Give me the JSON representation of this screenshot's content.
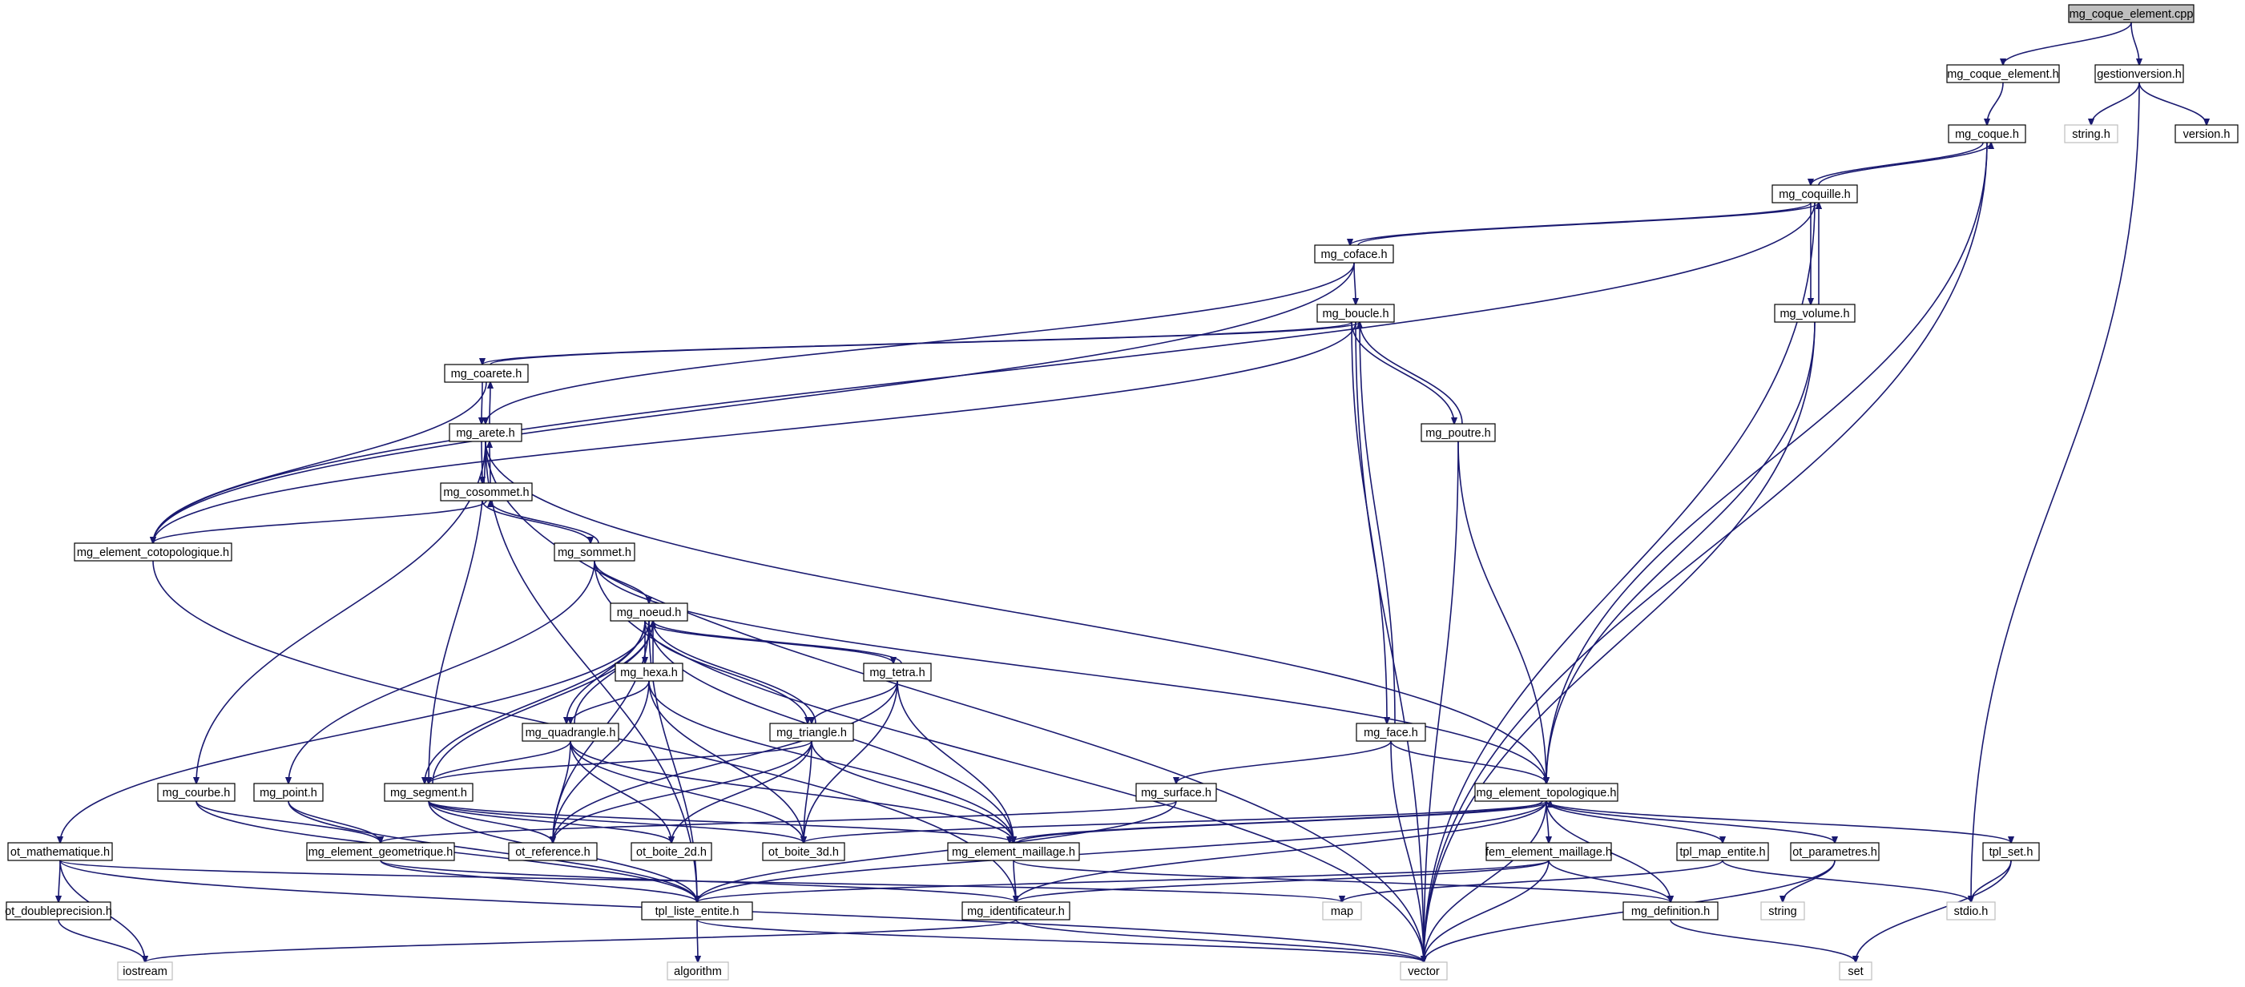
{
  "graph": {
    "colors": {
      "edge": "#191970",
      "root_fill": "#bfbfbf",
      "box_border": "#000000",
      "external_border": "#bfbfbf"
    },
    "nodes": [
      {
        "id": "mg_coque_element_cpp",
        "label": "mg_coque_element.cpp",
        "kind": "root"
      },
      {
        "id": "mg_coque_element_h",
        "label": "mg_coque_element.h",
        "kind": "normal"
      },
      {
        "id": "gestionversion_h",
        "label": "gestionversion.h",
        "kind": "normal"
      },
      {
        "id": "string_h",
        "label": "string.h",
        "kind": "external"
      },
      {
        "id": "version_h",
        "label": "version.h",
        "kind": "normal"
      },
      {
        "id": "mg_coque_h",
        "label": "mg_coque.h",
        "kind": "normal"
      },
      {
        "id": "mg_coquille_h",
        "label": "mg_coquille.h",
        "kind": "normal"
      },
      {
        "id": "mg_coface_h",
        "label": "mg_coface.h",
        "kind": "normal"
      },
      {
        "id": "mg_volume_h",
        "label": "mg_volume.h",
        "kind": "normal"
      },
      {
        "id": "mg_boucle_h",
        "label": "mg_boucle.h",
        "kind": "normal"
      },
      {
        "id": "mg_coarete_h",
        "label": "mg_coarete.h",
        "kind": "normal"
      },
      {
        "id": "mg_arete_h",
        "label": "mg_arete.h",
        "kind": "normal"
      },
      {
        "id": "mg_poutre_h",
        "label": "mg_poutre.h",
        "kind": "normal"
      },
      {
        "id": "mg_cosommet_h",
        "label": "mg_cosommet.h",
        "kind": "normal"
      },
      {
        "id": "mg_element_cotopologique_h",
        "label": "mg_element_cotopologique.h",
        "kind": "normal"
      },
      {
        "id": "mg_sommet_h",
        "label": "mg_sommet.h",
        "kind": "normal"
      },
      {
        "id": "mg_noeud_h",
        "label": "mg_noeud.h",
        "kind": "normal"
      },
      {
        "id": "mg_hexa_h",
        "label": "mg_hexa.h",
        "kind": "normal"
      },
      {
        "id": "mg_tetra_h",
        "label": "mg_tetra.h",
        "kind": "normal"
      },
      {
        "id": "mg_quadrangle_h",
        "label": "mg_quadrangle.h",
        "kind": "normal"
      },
      {
        "id": "mg_triangle_h",
        "label": "mg_triangle.h",
        "kind": "normal"
      },
      {
        "id": "mg_face_h",
        "label": "mg_face.h",
        "kind": "normal"
      },
      {
        "id": "mg_courbe_h",
        "label": "mg_courbe.h",
        "kind": "normal"
      },
      {
        "id": "mg_point_h",
        "label": "mg_point.h",
        "kind": "normal"
      },
      {
        "id": "mg_segment_h",
        "label": "mg_segment.h",
        "kind": "normal"
      },
      {
        "id": "mg_surface_h",
        "label": "mg_surface.h",
        "kind": "normal"
      },
      {
        "id": "mg_element_topologique_h",
        "label": "mg_element_topologique.h",
        "kind": "normal"
      },
      {
        "id": "ot_mathematique_h",
        "label": "ot_mathematique.h",
        "kind": "normal"
      },
      {
        "id": "mg_element_geometrique_h",
        "label": "mg_element_geometrique.h",
        "kind": "normal"
      },
      {
        "id": "ot_reference_h",
        "label": "ot_reference.h",
        "kind": "normal"
      },
      {
        "id": "ot_boite_2d_h",
        "label": "ot_boite_2d.h",
        "kind": "normal"
      },
      {
        "id": "ot_boite_3d_h",
        "label": "ot_boite_3d.h",
        "kind": "normal"
      },
      {
        "id": "mg_element_maillage_h",
        "label": "mg_element_maillage.h",
        "kind": "normal"
      },
      {
        "id": "fem_element_maillage_h",
        "label": "fem_element_maillage.h",
        "kind": "normal"
      },
      {
        "id": "tpl_map_entite_h",
        "label": "tpl_map_entite.h",
        "kind": "normal"
      },
      {
        "id": "ot_parametres_h",
        "label": "ot_parametres.h",
        "kind": "normal"
      },
      {
        "id": "tpl_set_h",
        "label": "tpl_set.h",
        "kind": "normal"
      },
      {
        "id": "ot_doubleprecision_h",
        "label": "ot_doubleprecision.h",
        "kind": "normal"
      },
      {
        "id": "tpl_liste_entite_h",
        "label": "tpl_liste_entite.h",
        "kind": "normal"
      },
      {
        "id": "mg_identificateur_h",
        "label": "mg_identificateur.h",
        "kind": "normal"
      },
      {
        "id": "map",
        "label": "map",
        "kind": "external"
      },
      {
        "id": "mg_definition_h",
        "label": "mg_definition.h",
        "kind": "normal"
      },
      {
        "id": "string",
        "label": "string",
        "kind": "external"
      },
      {
        "id": "stdio_h",
        "label": "stdio.h",
        "kind": "external"
      },
      {
        "id": "iostream",
        "label": "iostream",
        "kind": "external"
      },
      {
        "id": "algorithm",
        "label": "algorithm",
        "kind": "external"
      },
      {
        "id": "vector",
        "label": "vector",
        "kind": "external"
      },
      {
        "id": "set",
        "label": "set",
        "kind": "external"
      }
    ],
    "edges": [
      [
        "mg_coque_element_cpp",
        "mg_coque_element_h"
      ],
      [
        "mg_coque_element_cpp",
        "gestionversion_h"
      ],
      [
        "gestionversion_h",
        "string_h"
      ],
      [
        "gestionversion_h",
        "version_h"
      ],
      [
        "gestionversion_h",
        "stdio_h"
      ],
      [
        "mg_coque_element_h",
        "mg_coque_h"
      ],
      [
        "mg_coque_h",
        "mg_coquille_h"
      ],
      [
        "mg_coque_h",
        "mg_element_topologique_h"
      ],
      [
        "mg_coque_h",
        "vector"
      ],
      [
        "mg_coquille_h",
        "mg_coque_h"
      ],
      [
        "mg_coquille_h",
        "mg_coface_h"
      ],
      [
        "mg_coquille_h",
        "mg_volume_h"
      ],
      [
        "mg_coquille_h",
        "mg_element_cotopologique_h"
      ],
      [
        "mg_coquille_h",
        "vector"
      ],
      [
        "mg_coface_h",
        "mg_coquille_h"
      ],
      [
        "mg_coface_h",
        "mg_boucle_h"
      ],
      [
        "mg_coface_h",
        "mg_element_cotopologique_h"
      ],
      [
        "mg_coface_h",
        "mg_arete_h"
      ],
      [
        "mg_volume_h",
        "mg_coquille_h"
      ],
      [
        "mg_volume_h",
        "mg_element_topologique_h"
      ],
      [
        "mg_volume_h",
        "vector"
      ],
      [
        "mg_boucle_h",
        "mg_coarete_h"
      ],
      [
        "mg_boucle_h",
        "mg_poutre_h"
      ],
      [
        "mg_boucle_h",
        "mg_face_h"
      ],
      [
        "mg_boucle_h",
        "mg_element_cotopologique_h"
      ],
      [
        "mg_boucle_h",
        "vector"
      ],
      [
        "mg_coarete_h",
        "mg_boucle_h"
      ],
      [
        "mg_coarete_h",
        "mg_arete_h"
      ],
      [
        "mg_coarete_h",
        "mg_element_cotopologique_h"
      ],
      [
        "mg_arete_h",
        "mg_coarete_h"
      ],
      [
        "mg_arete_h",
        "mg_cosommet_h"
      ],
      [
        "mg_arete_h",
        "mg_courbe_h"
      ],
      [
        "mg_arete_h",
        "mg_segment_h"
      ],
      [
        "mg_arete_h",
        "mg_element_topologique_h"
      ],
      [
        "mg_arete_h",
        "tpl_liste_entite_h"
      ],
      [
        "mg_arete_h",
        "vector"
      ],
      [
        "mg_poutre_h",
        "mg_boucle_h"
      ],
      [
        "mg_poutre_h",
        "mg_element_topologique_h"
      ],
      [
        "mg_poutre_h",
        "vector"
      ],
      [
        "mg_cosommet_h",
        "mg_arete_h"
      ],
      [
        "mg_cosommet_h",
        "mg_sommet_h"
      ],
      [
        "mg_cosommet_h",
        "mg_element_cotopologique_h"
      ],
      [
        "mg_sommet_h",
        "mg_cosommet_h"
      ],
      [
        "mg_sommet_h",
        "mg_noeud_h"
      ],
      [
        "mg_sommet_h",
        "mg_point_h"
      ],
      [
        "mg_sommet_h",
        "mg_element_topologique_h"
      ],
      [
        "mg_sommet_h",
        "vector"
      ],
      [
        "mg_element_cotopologique_h",
        "mg_identificateur_h"
      ],
      [
        "mg_noeud_h",
        "mg_hexa_h"
      ],
      [
        "mg_noeud_h",
        "mg_tetra_h"
      ],
      [
        "mg_noeud_h",
        "mg_quadrangle_h"
      ],
      [
        "mg_noeud_h",
        "mg_triangle_h"
      ],
      [
        "mg_noeud_h",
        "mg_segment_h"
      ],
      [
        "mg_noeud_h",
        "ot_mathematique_h"
      ],
      [
        "mg_noeud_h",
        "mg_element_maillage_h"
      ],
      [
        "mg_noeud_h",
        "ot_reference_h"
      ],
      [
        "mg_noeud_h",
        "tpl_liste_entite_h"
      ],
      [
        "mg_hexa_h",
        "mg_noeud_h"
      ],
      [
        "mg_hexa_h",
        "mg_quadrangle_h"
      ],
      [
        "mg_hexa_h",
        "ot_reference_h"
      ],
      [
        "mg_hexa_h",
        "ot_boite_3d_h"
      ],
      [
        "mg_hexa_h",
        "mg_element_maillage_h"
      ],
      [
        "mg_tetra_h",
        "mg_noeud_h"
      ],
      [
        "mg_tetra_h",
        "mg_triangle_h"
      ],
      [
        "mg_tetra_h",
        "ot_reference_h"
      ],
      [
        "mg_tetra_h",
        "ot_boite_3d_h"
      ],
      [
        "mg_tetra_h",
        "mg_element_maillage_h"
      ],
      [
        "mg_quadrangle_h",
        "mg_noeud_h"
      ],
      [
        "mg_quadrangle_h",
        "mg_segment_h"
      ],
      [
        "mg_quadrangle_h",
        "ot_reference_h"
      ],
      [
        "mg_quadrangle_h",
        "ot_boite_2d_h"
      ],
      [
        "mg_quadrangle_h",
        "ot_boite_3d_h"
      ],
      [
        "mg_quadrangle_h",
        "mg_element_maillage_h"
      ],
      [
        "mg_triangle_h",
        "mg_noeud_h"
      ],
      [
        "mg_triangle_h",
        "mg_segment_h"
      ],
      [
        "mg_triangle_h",
        "ot_reference_h"
      ],
      [
        "mg_triangle_h",
        "ot_boite_2d_h"
      ],
      [
        "mg_triangle_h",
        "ot_boite_3d_h"
      ],
      [
        "mg_triangle_h",
        "mg_element_maillage_h"
      ],
      [
        "mg_face_h",
        "mg_boucle_h"
      ],
      [
        "mg_face_h",
        "mg_surface_h"
      ],
      [
        "mg_face_h",
        "mg_element_topologique_h"
      ],
      [
        "mg_face_h",
        "vector"
      ],
      [
        "mg_courbe_h",
        "mg_element_geometrique_h"
      ],
      [
        "mg_courbe_h",
        "tpl_liste_entite_h"
      ],
      [
        "mg_point_h",
        "mg_element_geometrique_h"
      ],
      [
        "mg_point_h",
        "tpl_liste_entite_h"
      ],
      [
        "mg_segment_h",
        "mg_noeud_h"
      ],
      [
        "mg_segment_h",
        "ot_reference_h"
      ],
      [
        "mg_segment_h",
        "ot_boite_2d_h"
      ],
      [
        "mg_segment_h",
        "ot_boite_3d_h"
      ],
      [
        "mg_segment_h",
        "mg_element_maillage_h"
      ],
      [
        "mg_segment_h",
        "tpl_liste_entite_h"
      ],
      [
        "mg_surface_h",
        "mg_element_geometrique_h"
      ],
      [
        "mg_surface_h",
        "tpl_liste_entite_h"
      ],
      [
        "mg_element_topologique_h",
        "mg_element_maillage_h"
      ],
      [
        "mg_element_topologique_h",
        "ot_boite_3d_h"
      ],
      [
        "mg_element_topologique_h",
        "fem_element_maillage_h"
      ],
      [
        "mg_element_topologique_h",
        "tpl_map_entite_h"
      ],
      [
        "mg_element_topologique_h",
        "ot_parametres_h"
      ],
      [
        "mg_element_topologique_h",
        "tpl_set_h"
      ],
      [
        "mg_element_topologique_h",
        "mg_definition_h"
      ],
      [
        "mg_element_topologique_h",
        "mg_identificateur_h"
      ],
      [
        "mg_element_topologique_h",
        "tpl_liste_entite_h"
      ],
      [
        "mg_element_topologique_h",
        "vector"
      ],
      [
        "mg_element_geometrique_h",
        "tpl_liste_entite_h"
      ],
      [
        "mg_element_geometrique_h",
        "mg_identificateur_h"
      ],
      [
        "mg_element_maillage_h",
        "mg_element_topologique_h"
      ],
      [
        "mg_element_maillage_h",
        "mg_identificateur_h"
      ],
      [
        "mg_element_maillage_h",
        "mg_definition_h"
      ],
      [
        "ot_mathematique_h",
        "ot_doubleprecision_h"
      ],
      [
        "ot_mathematique_h",
        "iostream"
      ],
      [
        "ot_mathematique_h",
        "vector"
      ],
      [
        "ot_mathematique_h",
        "map"
      ],
      [
        "ot_doubleprecision_h",
        "iostream"
      ],
      [
        "fem_element_maillage_h",
        "mg_definition_h"
      ],
      [
        "fem_element_maillage_h",
        "tpl_liste_entite_h"
      ],
      [
        "fem_element_maillage_h",
        "mg_identificateur_h"
      ],
      [
        "fem_element_maillage_h",
        "vector"
      ],
      [
        "tpl_map_entite_h",
        "map"
      ],
      [
        "tpl_map_entite_h",
        "stdio_h"
      ],
      [
        "ot_parametres_h",
        "string"
      ],
      [
        "ot_parametres_h",
        "vector"
      ],
      [
        "tpl_set_h",
        "stdio_h"
      ],
      [
        "tpl_set_h",
        "set"
      ],
      [
        "tpl_liste_entite_h",
        "algorithm"
      ],
      [
        "tpl_liste_entite_h",
        "vector"
      ],
      [
        "mg_identificateur_h",
        "iostream"
      ],
      [
        "mg_identificateur_h",
        "vector"
      ],
      [
        "mg_definition_h",
        "set"
      ]
    ]
  }
}
